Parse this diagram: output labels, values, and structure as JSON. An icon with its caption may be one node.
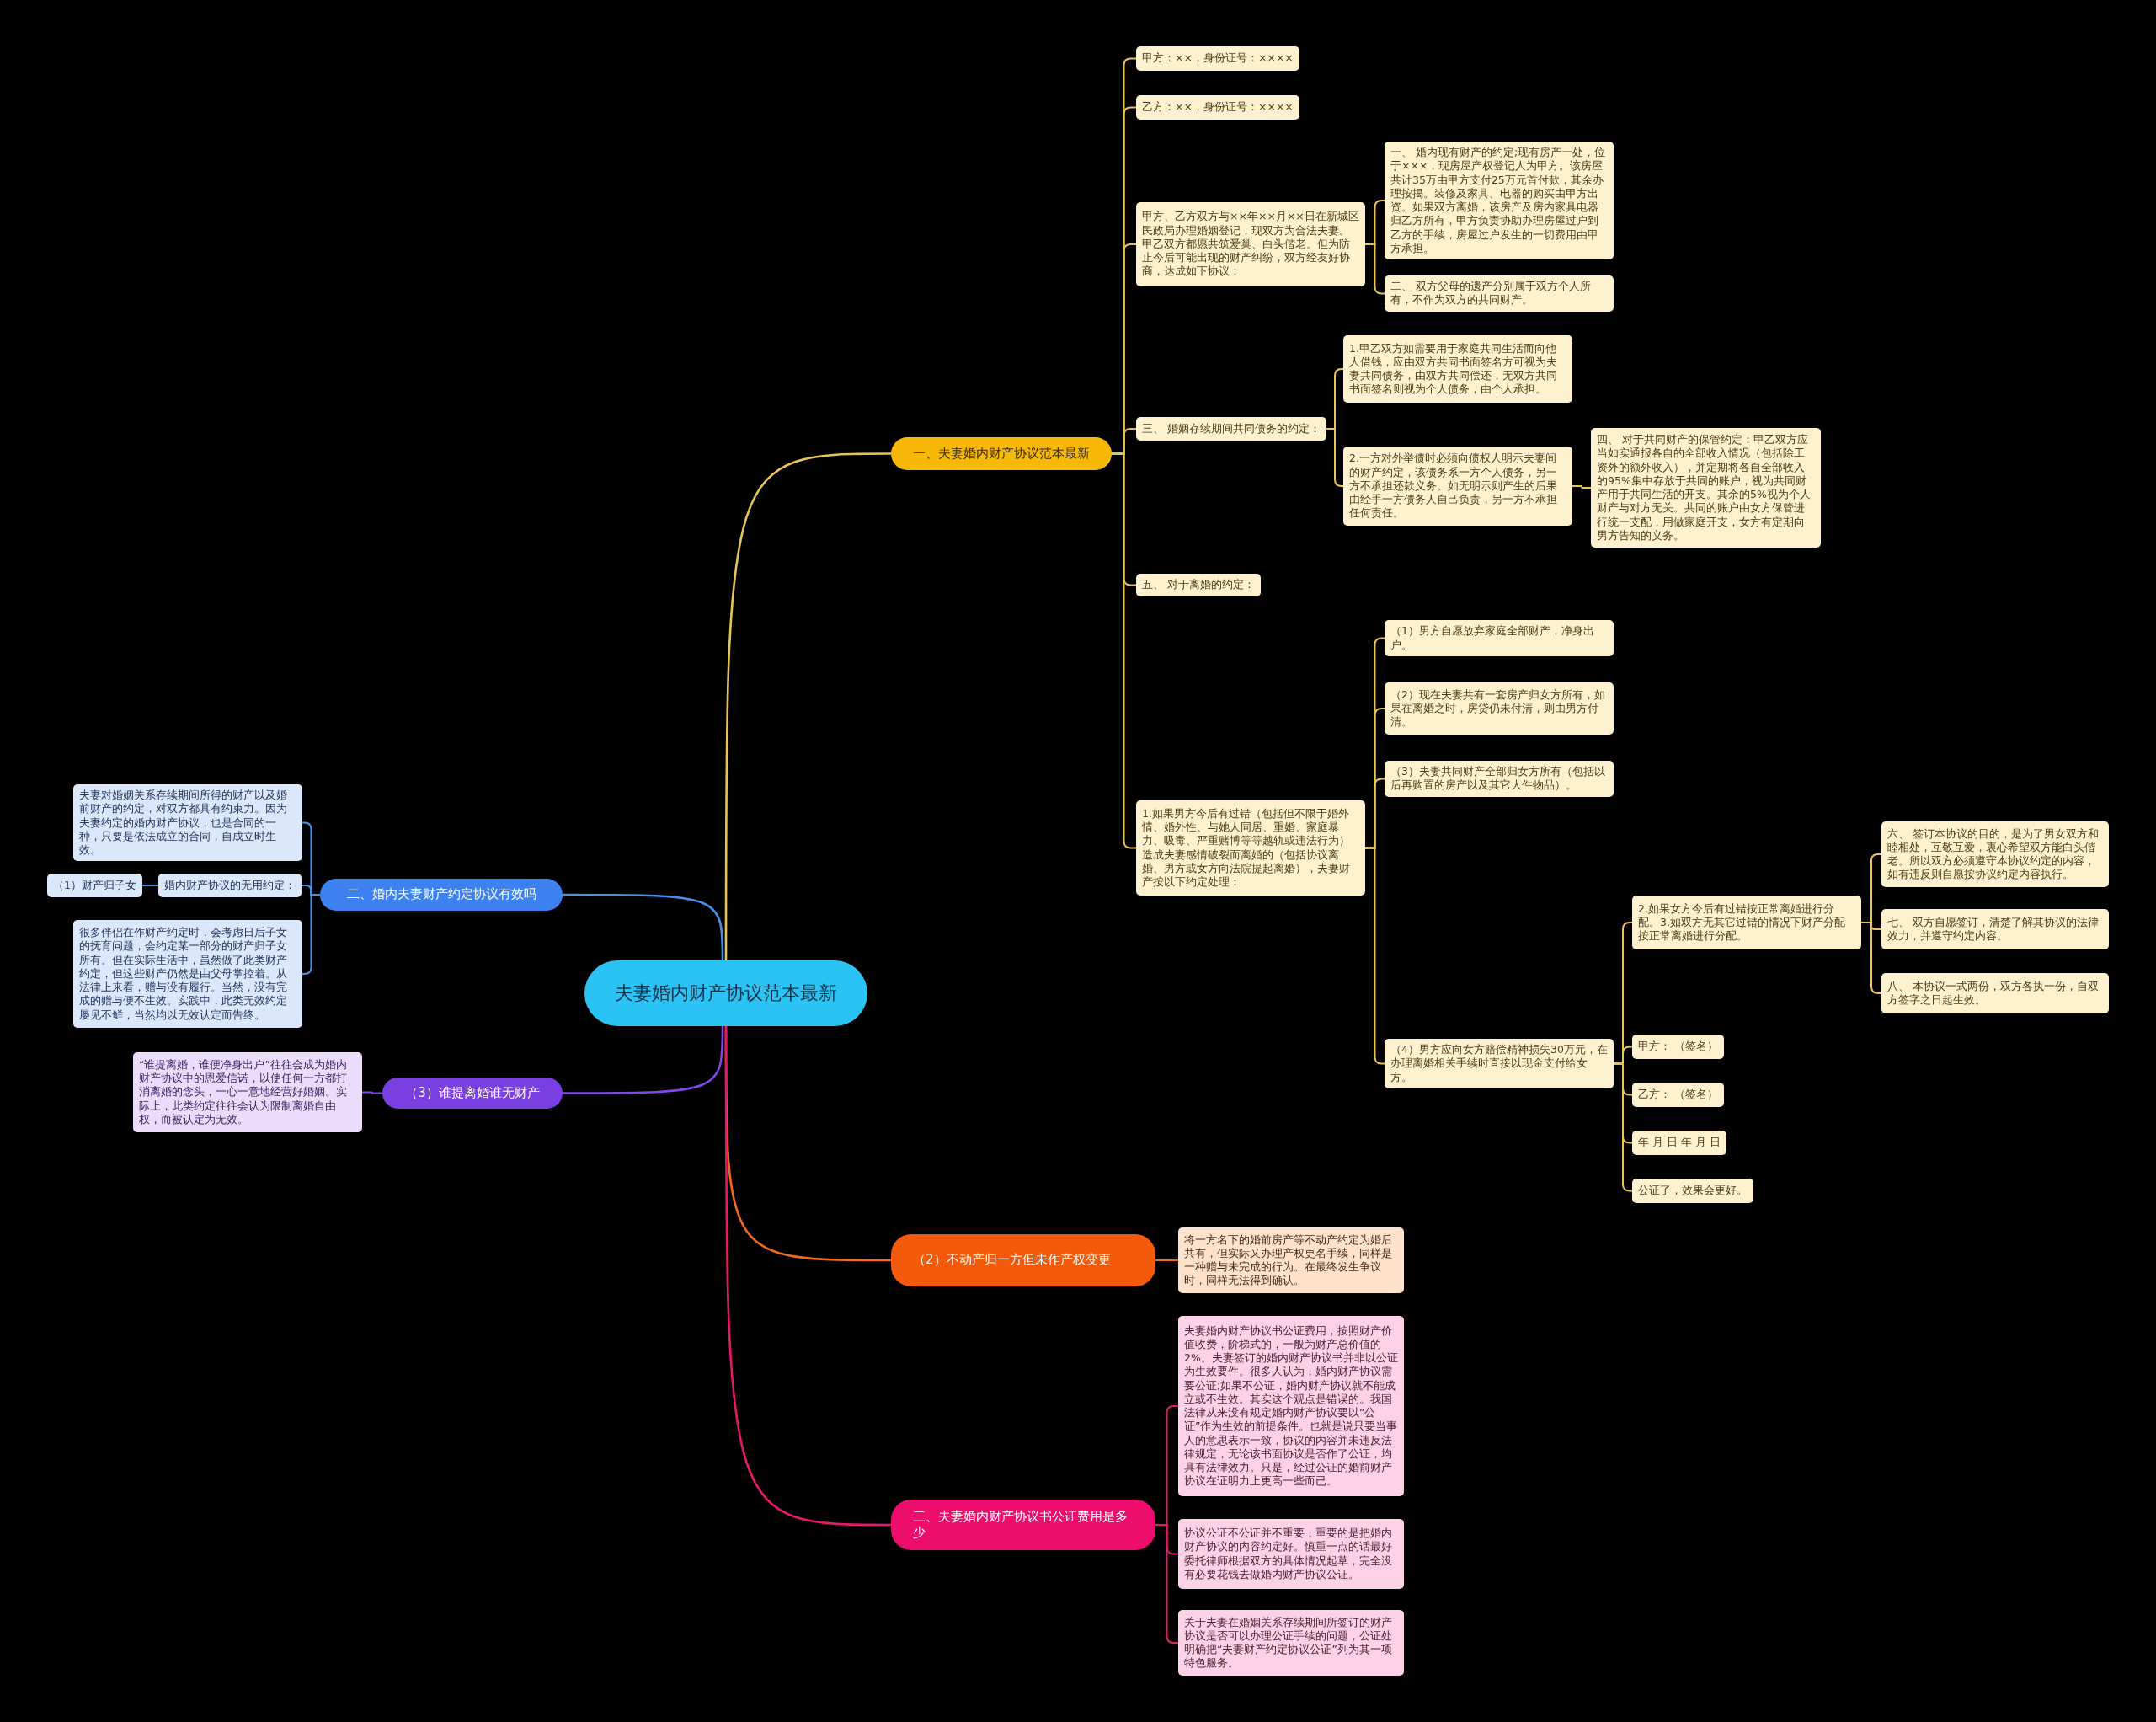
{
  "diagram": {
    "nodes": [
      {
        "text": [
          "夫妻婚内财产协议范本最新"
        ]
      },
      {
        "text": [
          "一、夫妻婚内财产协议范本最新"
        ]
      },
      {
        "text": [
          "甲方：××，身份证号：××××"
        ]
      },
      {
        "text": [
          "乙方：××，身份证号：××××"
        ]
      },
      {
        "text": [
          "甲方、乙方双方与××年××月××日在新城区民政局办理婚姻登记，现双方为合法夫妻。甲乙双方都愿共筑爱巢、白头偕老。但为防止今后可能出现的财产纠纷，双方经友好协商，达成如下协议："
        ]
      },
      {
        "text": [
          "一、 婚内现有财产的约定;现有房产一处，位于×××，现房屋产权登记人为甲方。该房屋共计35万由甲方支付25万元首付款，其余办理按揭。装修及家具、电器的购买由甲方出资。如果双方离婚，该房产及房内家具电器归乙方所有，甲方负责协助办理房屋过户到乙方的手续，房屋过户发生的一切费用由甲方承担。"
        ]
      },
      {
        "text": [
          "二、 双方父母的遗产分别属于双方个人所有，不作为双方的共同财产。"
        ]
      },
      {
        "text": [
          "三、 婚姻存续期间共同债务的约定："
        ]
      },
      {
        "text": [
          "1.甲乙双方如需要用于家庭共同生活而向他人借钱，应由双方共同书面签名方可视为夫妻共同债务，由双方共同偿还，无双方共同书面签名则视为个人债务，由个人承担。"
        ]
      },
      {
        "text": [
          "2.一方对外举债时必须向债权人明示夫妻间的财产约定，该债务系一方个人债务，另一方不承担还款义务。如无明示则产生的后果由经手一方债务人自己负责，另一方不承担任何责任。"
        ]
      },
      {
        "text": [
          "四、 对于共同财产的保管约定：甲乙双方应当如实通报各自的全部收入情况（包括除工资外的额外收入），并定期将各自全部收入的95%集中存放于共同的账户，视为共同财产用于共同生活的开支。其余的5%视为个人财产与对方无关。共同的账户由女方保管进行统一支配，用做家庭开支，女方有定期向男方告知的义务。"
        ]
      },
      {
        "text": [
          "五、 对于离婚的约定："
        ]
      },
      {
        "text": [
          "1.如果男方今后有过错（包括但不限于婚外情、婚外性、与她人同居、重婚、家庭暴力、吸毒、严重赌博等等越轨或违法行为）造成夫妻感情破裂而离婚的（包括协议离婚、男方或女方向法院提起离婚），夫妻财产按以下约定处理："
        ]
      },
      {
        "text": [
          "（1）男方自愿放弃家庭全部财产，净身出户。"
        ]
      },
      {
        "text": [
          "（2）现在夫妻共有一套房产归女方所有，如果在离婚之时，房贷仍未付清，则由男方付清。"
        ]
      },
      {
        "text": [
          "（3）夫妻共同财产全部归女方所有（包括以后再购置的房产以及其它大件物品）。"
        ]
      },
      {
        "text": [
          "（4）男方应向女方赔偿精神损失30万元，在办理离婚相关手续时直接以现金支付给女方。"
        ]
      },
      {
        "text": [
          "2.如果女方今后有过错按正常离婚进行分配。3.如双方无其它过错的情况下财产分配按正常离婚进行分配。"
        ]
      },
      {
        "text": [
          "六、 签订本协议的目的，是为了男女双方和睦相处，互敬互爱，衷心希望双方能白头偕老。所以双方必须遵守本协议约定的内容，如有违反则自愿按协议约定内容执行。"
        ]
      },
      {
        "text": [
          "七、 双方自愿签订，清楚了解其协议的法律效力，并遵守约定内容。"
        ]
      },
      {
        "text": [
          "八、 本协议一式两份，双方各执一份，自双方签字之日起生效。"
        ]
      },
      {
        "text": [
          "甲方： （签名）"
        ]
      },
      {
        "text": [
          "乙方： （签名）"
        ]
      },
      {
        "text": [
          "年 月 日 年 月 日"
        ]
      },
      {
        "text": [
          "公证了，效果会更好。"
        ]
      },
      {
        "text": [
          "二、婚内夫妻财产约定协议有效吗"
        ]
      },
      {
        "text": [
          "夫妻对婚姻关系存续期间所得的财产以及婚前财产的约定，对双方都具有约束力。因为夫妻约定的婚内财产协议，也是合同的一种，只要是依法成立的合同，自成立时生效。"
        ]
      },
      {
        "text": [
          "婚内财产协议的无用约定："
        ]
      },
      {
        "text": [
          "（1）财产归子女"
        ]
      },
      {
        "text": [
          "很多伴侣在作财产约定时，会考虑日后子女的抚育问题，会约定某一部分的财产归子女所有。但在实际生活中，虽然做了此类财产约定，但这些财产仍然是由父母掌控着。从法律上来看，赠与没有履行。当然，没有完成的赠与便不生效。实践中，此类无效约定屡见不鲜，当然均以无效认定而告终。"
        ]
      },
      {
        "text": [
          "（3）谁提离婚谁无财产"
        ]
      },
      {
        "text": [
          "“谁提离婚，谁便净身出户”往往会成为婚内财产协议中的恩爱信诺，以使任何一方都打消离婚的念头，一心一意地经营好婚姻。实际上，此类约定往往会认为限制离婚自由权，而被认定为无效。"
        ]
      },
      {
        "text": [
          "（2）不动产归一方但未作产权变更"
        ]
      },
      {
        "text": [
          "将一方名下的婚前房产等不动产约定为婚后共有，但实际又办理产权更名手续，同样是一种赠与未完成的行为。在最终发生争议时，同样无法得到确认。"
        ]
      },
      {
        "text": [
          "三、夫妻婚内财产协议书公证费用是多少"
        ]
      },
      {
        "text": [
          "夫妻婚内财产协议书公证费用，按照财产价值收费，阶梯式的，一般为财产总价值的2%。夫妻签订的婚内财产协议书并非以公证为生效要件。很多人认为，婚内财产协议需要公证;如果不公证，婚内财产协议就不能成立或不生效。其实这个观点是错误的。我国法律从来没有规定婚内财产协议要以“公证”作为生效的前提条件。也就是说只要当事人的意思表示一致，协议的内容并未违反法律规定，无论该书面协议是否作了公证，均具有法律效力。只是，经过公证的婚前财产协议在证明力上更高一些而已。"
        ]
      },
      {
        "text": [
          "协议公证不公证并不重要，重要的是把婚内财产协议的内容约定好。慎重一点的话最好委托律师根据双方的具体情况起草，完全没有必要花钱去做婚内财产协议公证。"
        ]
      },
      {
        "text": [
          "关于夫妻在婚姻关系存续期间所签订的财产协议是否可以办理公证手续的问题，公证处明确把“夫妻财产约定协议公证”列为其一项特色服务。"
        ]
      }
    ],
    "edges": [
      {
        "from": 0,
        "to": 1,
        "arrow": "none"
      },
      {
        "from": 1,
        "to": 2,
        "arrow": "none"
      },
      {
        "from": 1,
        "to": 3,
        "arrow": "none"
      },
      {
        "from": 1,
        "to": 4,
        "arrow": "none"
      },
      {
        "from": 4,
        "to": 5,
        "arrow": "none"
      },
      {
        "from": 4,
        "to": 6,
        "arrow": "none"
      },
      {
        "from": 1,
        "to": 7,
        "arrow": "none"
      },
      {
        "from": 7,
        "to": 8,
        "arrow": "none"
      },
      {
        "from": 7,
        "to": 9,
        "arrow": "none"
      },
      {
        "from": 9,
        "to": 10,
        "arrow": "none"
      },
      {
        "from": 1,
        "to": 11,
        "arrow": "none"
      },
      {
        "from": 1,
        "to": 12,
        "arrow": "none"
      },
      {
        "from": 12,
        "to": 13,
        "arrow": "none"
      },
      {
        "from": 12,
        "to": 14,
        "arrow": "none"
      },
      {
        "from": 12,
        "to": 15,
        "arrow": "none"
      },
      {
        "from": 12,
        "to": 16,
        "arrow": "none"
      },
      {
        "from": 16,
        "to": 17,
        "arrow": "none"
      },
      {
        "from": 17,
        "to": 18,
        "arrow": "none"
      },
      {
        "from": 17,
        "to": 19,
        "arrow": "none"
      },
      {
        "from": 17,
        "to": 20,
        "arrow": "none"
      },
      {
        "from": 16,
        "to": 21,
        "arrow": "none"
      },
      {
        "from": 16,
        "to": 22,
        "arrow": "none"
      },
      {
        "from": 16,
        "to": 23,
        "arrow": "none"
      },
      {
        "from": 16,
        "to": 24,
        "arrow": "none"
      },
      {
        "from": 0,
        "to": 25,
        "arrow": "none",
        "color": "#4a8fe8"
      },
      {
        "from": 25,
        "to": 26,
        "arrow": "none",
        "color": "#4a8fe8"
      },
      {
        "from": 25,
        "to": 27,
        "arrow": "none",
        "color": "#4a8fe8"
      },
      {
        "from": 27,
        "to": 28,
        "arrow": "none",
        "color": "#4a8fe8"
      },
      {
        "from": 25,
        "to": 29,
        "arrow": "none",
        "color": "#4a8fe8"
      },
      {
        "from": 0,
        "to": 30,
        "arrow": "none",
        "color": "#8048e8"
      },
      {
        "from": 30,
        "to": 31,
        "arrow": "none",
        "color": "#8048e8"
      },
      {
        "from": 0,
        "to": 32,
        "arrow": "none",
        "color": "#f26a1b"
      },
      {
        "from": 32,
        "to": 33,
        "arrow": "none",
        "color": "#f26a1b"
      },
      {
        "from": 0,
        "to": 34,
        "arrow": "none",
        "color": "#e8196b"
      },
      {
        "from": 34,
        "to": 35,
        "arrow": "none",
        "color": "#e8196b"
      },
      {
        "from": 34,
        "to": 36,
        "arrow": "none",
        "color": "#e8196b"
      },
      {
        "from": 34,
        "to": 37,
        "arrow": "none",
        "color": "#e8196b"
      }
    ]
  }
}
